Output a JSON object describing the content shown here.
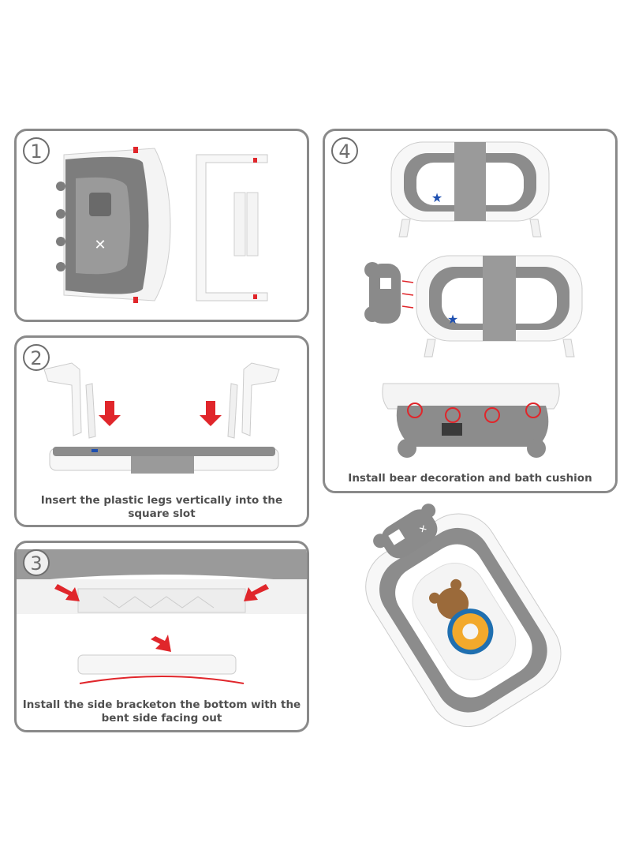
{
  "steps": [
    {
      "number": "1",
      "caption": ""
    },
    {
      "number": "2",
      "caption_line1": "Insert the plastic legs vertically into the",
      "caption_line2": "square slot"
    },
    {
      "number": "3",
      "caption_line1": "Install the side bracketon the bottom with the",
      "caption_line2": "bent side facing out"
    },
    {
      "number": "4",
      "caption": "Install bear decoration and bath cushion"
    }
  ],
  "colors": {
    "panel_border": "#8a8a8a",
    "tub_gray": "#8c8c8c",
    "arrow_red": "#e0262b",
    "accent_blue": "#1e4fb0"
  }
}
